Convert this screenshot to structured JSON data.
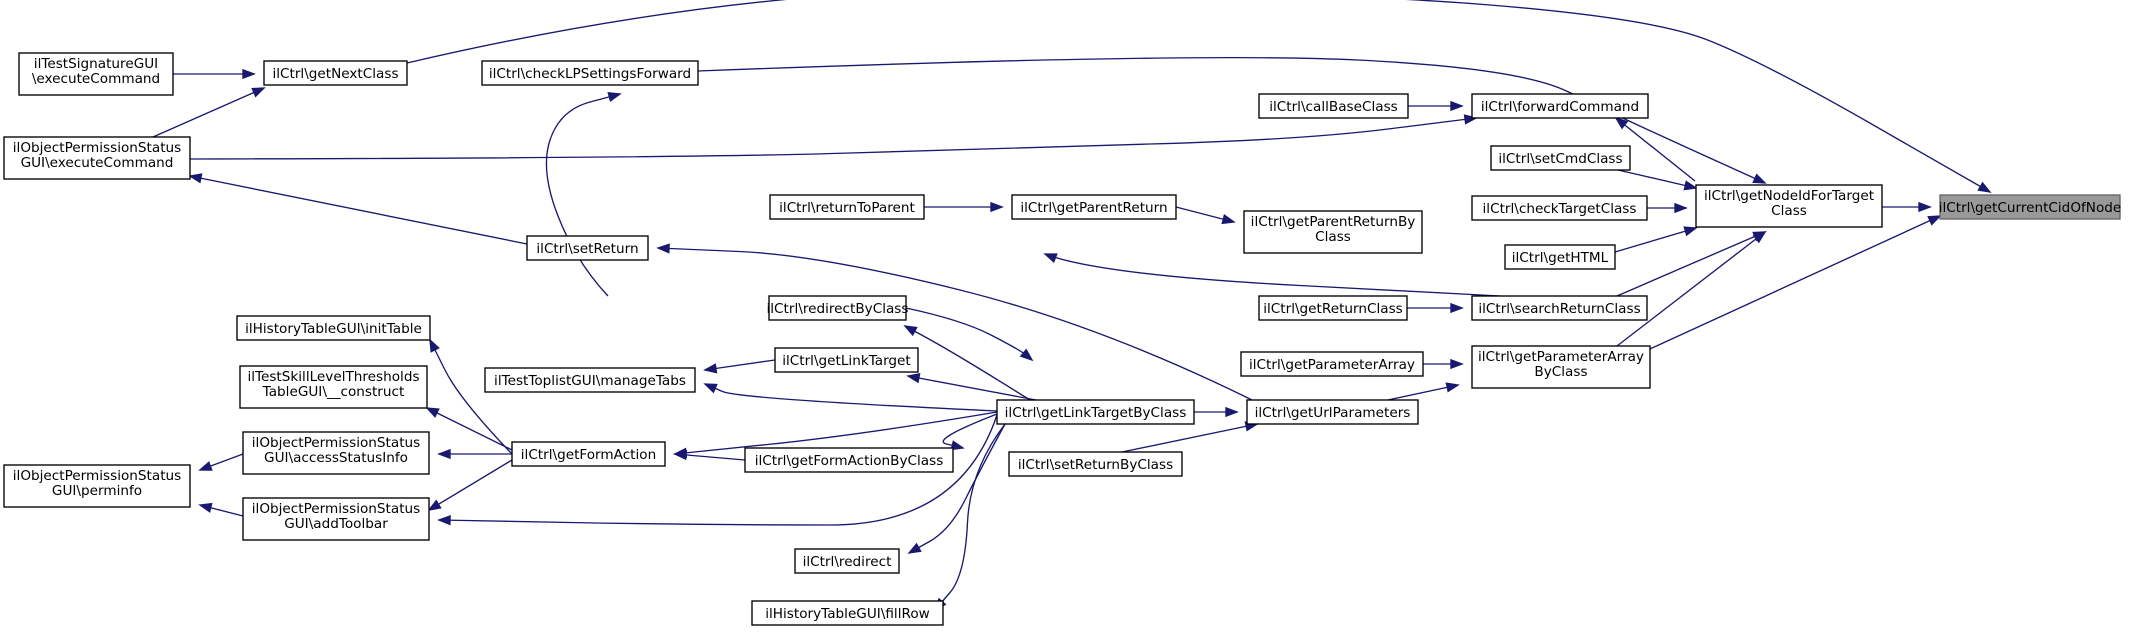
{
  "diagram": {
    "nodes": [
      {
        "id": "getCurrentCidOfNode",
        "lines": [
          "ilCtrl\\getCurrentCidOfNode"
        ],
        "root": true
      },
      {
        "id": "getNodeIdForTargetClass",
        "lines": [
          "ilCtrl\\getNodeIdForTarget",
          "Class"
        ]
      },
      {
        "id": "getNextClass",
        "lines": [
          "ilCtrl\\getNextClass"
        ]
      },
      {
        "id": "checkLPSettingsForward",
        "lines": [
          "ilCtrl\\checkLPSettingsForward"
        ]
      },
      {
        "id": "forwardCommand",
        "lines": [
          "ilCtrl\\forwardCommand"
        ]
      },
      {
        "id": "setCmdClass",
        "lines": [
          "ilCtrl\\setCmdClass"
        ]
      },
      {
        "id": "checkTargetClass",
        "lines": [
          "ilCtrl\\checkTargetClass"
        ]
      },
      {
        "id": "getHTML",
        "lines": [
          "ilCtrl\\getHTML"
        ]
      },
      {
        "id": "searchReturnClass",
        "lines": [
          "ilCtrl\\searchReturnClass"
        ]
      },
      {
        "id": "getParameterArrayByClass",
        "lines": [
          "ilCtrl\\getParameterArray",
          "ByClass"
        ]
      },
      {
        "id": "testSignatureExecute",
        "lines": [
          "ilTestSignatureGUI",
          "\\executeCommand"
        ]
      },
      {
        "id": "objPermExecute",
        "lines": [
          "ilObjectPermissionStatus",
          "GUI\\executeCommand"
        ]
      },
      {
        "id": "callBaseClass",
        "lines": [
          "ilCtrl\\callBaseClass"
        ]
      },
      {
        "id": "returnToParent",
        "lines": [
          "ilCtrl\\returnToParent"
        ]
      },
      {
        "id": "getParentReturn",
        "lines": [
          "ilCtrl\\getParentReturn"
        ]
      },
      {
        "id": "getParentReturnByClass",
        "lines": [
          "ilCtrl\\getParentReturnBy",
          "Class"
        ]
      },
      {
        "id": "setReturn",
        "lines": [
          "ilCtrl\\setReturn"
        ]
      },
      {
        "id": "redirectByClass",
        "lines": [
          "ilCtrl\\redirectByClass"
        ]
      },
      {
        "id": "getReturnClass",
        "lines": [
          "ilCtrl\\getReturnClass"
        ]
      },
      {
        "id": "historyInitTable",
        "lines": [
          "ilHistoryTableGUI\\initTable"
        ]
      },
      {
        "id": "getLinkTarget",
        "lines": [
          "ilCtrl\\getLinkTarget"
        ]
      },
      {
        "id": "getParameterArray",
        "lines": [
          "ilCtrl\\getParameterArray"
        ]
      },
      {
        "id": "toplistManageTabs",
        "lines": [
          "ilTestToplistGUI\\manageTabs"
        ]
      },
      {
        "id": "skillLevelConstruct",
        "lines": [
          "ilTestSkillLevelThresholds",
          "TableGUI\\__construct"
        ]
      },
      {
        "id": "getLinkTargetByClass",
        "lines": [
          "ilCtrl\\getLinkTargetByClass"
        ]
      },
      {
        "id": "getUrlParameters",
        "lines": [
          "ilCtrl\\getUrlParameters"
        ]
      },
      {
        "id": "accessStatusInfo",
        "lines": [
          "ilObjectPermissionStatus",
          "GUI\\accessStatusInfo"
        ]
      },
      {
        "id": "getFormAction",
        "lines": [
          "ilCtrl\\getFormAction"
        ]
      },
      {
        "id": "getFormActionByClass",
        "lines": [
          "ilCtrl\\getFormActionByClass"
        ]
      },
      {
        "id": "setReturnByClass",
        "lines": [
          "ilCtrl\\setReturnByClass"
        ]
      },
      {
        "id": "perminfo",
        "lines": [
          "ilObjectPermissionStatus",
          "GUI\\perminfo"
        ]
      },
      {
        "id": "addToolbar",
        "lines": [
          "ilObjectPermissionStatus",
          "GUI\\addToolbar"
        ]
      },
      {
        "id": "redirect",
        "lines": [
          "ilCtrl\\redirect"
        ]
      },
      {
        "id": "historyFillRow",
        "lines": [
          "ilHistoryTableGUI\\fillRow"
        ]
      }
    ],
    "edges": [
      {
        "from": "getNodeIdForTargetClass",
        "to": "getCurrentCidOfNode"
      },
      {
        "from": "getNextClass",
        "to": "getCurrentCidOfNode"
      },
      {
        "from": "getParameterArrayByClass",
        "to": "getCurrentCidOfNode"
      },
      {
        "from": "checkLPSettingsForward",
        "to": "getNodeIdForTargetClass"
      },
      {
        "from": "forwardCommand",
        "to": "getNodeIdForTargetClass"
      },
      {
        "from": "setCmdClass",
        "to": "getNodeIdForTargetClass"
      },
      {
        "from": "checkTargetClass",
        "to": "getNodeIdForTargetClass"
      },
      {
        "from": "getHTML",
        "to": "getNodeIdForTargetClass"
      },
      {
        "from": "searchReturnClass",
        "to": "getNodeIdForTargetClass"
      },
      {
        "from": "getParameterArrayByClass",
        "to": "getNodeIdForTargetClass"
      },
      {
        "from": "checkLPSettingsForward",
        "to": "getNextClass"
      },
      {
        "from": "testSignatureExecute",
        "to": "getNextClass"
      },
      {
        "from": "objPermExecute",
        "to": "getNextClass"
      },
      {
        "from": "redirectByClass",
        "to": "checkLPSettingsForward"
      },
      {
        "from": "callBaseClass",
        "to": "forwardCommand"
      },
      {
        "from": "objPermExecute",
        "to": "forwardCommand"
      },
      {
        "from": "getParentReturnByClass",
        "to": "searchReturnClass"
      },
      {
        "from": "getReturnClass",
        "to": "searchReturnClass"
      },
      {
        "from": "getParameterArray",
        "to": "getParameterArrayByClass"
      },
      {
        "from": "getUrlParameters",
        "to": "getParameterArrayByClass"
      },
      {
        "from": "getParentReturn",
        "to": "getParentReturnByClass"
      },
      {
        "from": "returnToParent",
        "to": "getParentReturn"
      },
      {
        "from": "setReturn",
        "to": "objPermExecute"
      },
      {
        "from": "getUrlParameters",
        "to": "setReturn"
      },
      {
        "from": "getLinkTargetByClass",
        "to": "getUrlParameters"
      },
      {
        "from": "setReturnByClass",
        "to": "getUrlParameters"
      },
      {
        "from": "getLinkTargetByClass",
        "to": "redirectByClass"
      },
      {
        "from": "getLinkTargetByClass",
        "to": "getLinkTarget"
      },
      {
        "from": "getLinkTargetByClass",
        "to": "toplistManageTabs"
      },
      {
        "from": "getLinkTargetByClass",
        "to": "getFormAction"
      },
      {
        "from": "getLinkTargetByClass",
        "to": "getFormActionByClass"
      },
      {
        "from": "getLinkTargetByClass",
        "to": "addToolbar"
      },
      {
        "from": "getLinkTargetByClass",
        "to": "redirect"
      },
      {
        "from": "getLinkTargetByClass",
        "to": "historyFillRow"
      },
      {
        "from": "getLinkTarget",
        "to": "toplistManageTabs"
      },
      {
        "from": "getFormAction",
        "to": "historyInitTable"
      },
      {
        "from": "getFormAction",
        "to": "skillLevelConstruct"
      },
      {
        "from": "getFormAction",
        "to": "accessStatusInfo"
      },
      {
        "from": "getFormAction",
        "to": "addToolbar"
      },
      {
        "from": "getFormActionByClass",
        "to": "getFormAction"
      },
      {
        "from": "accessStatusInfo",
        "to": "perminfo"
      },
      {
        "from": "addToolbar",
        "to": "perminfo"
      }
    ]
  }
}
